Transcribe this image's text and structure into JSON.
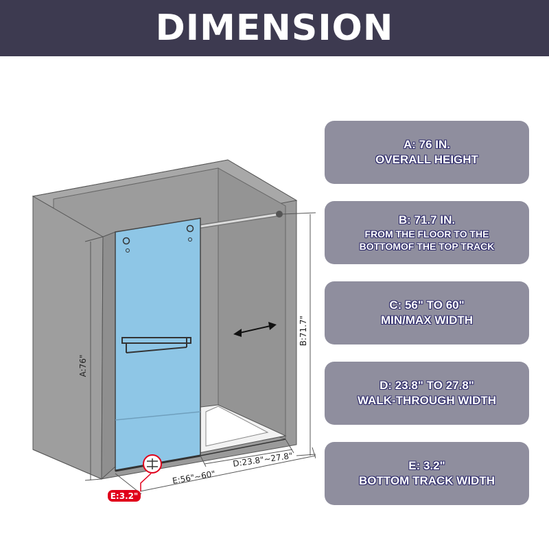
{
  "header": {
    "title": "DIMENSION"
  },
  "diagram": {
    "label_a": "A:76\"",
    "label_b": "B:71.7\"",
    "label_d": "D:23.8\"~27.8\"",
    "label_e_width": "E:56\"~60\"",
    "label_e_track": "E:3.2\"",
    "colors": {
      "wall": "#9a9a9a",
      "glass": "#8ec6e6",
      "track_highlight": "#e0001b"
    }
  },
  "cards": [
    {
      "lines": [
        "A: 76 IN.",
        "OVERALL HEIGHT"
      ]
    },
    {
      "lines": [
        "B: 71.7 IN.",
        "FROM THE FLOOR TO THE",
        "BOTTOMOF THE TOP TRACK"
      ]
    },
    {
      "lines": [
        "C: 56\" TO 60\"",
        "MIN/MAX WIDTH"
      ]
    },
    {
      "lines": [
        "D: 23.8\" TO 27.8\"",
        "WALK-THROUGH WIDTH"
      ]
    },
    {
      "lines": [
        "E: 3.2\"",
        "BOTTOM TRACK WIDTH"
      ]
    }
  ]
}
